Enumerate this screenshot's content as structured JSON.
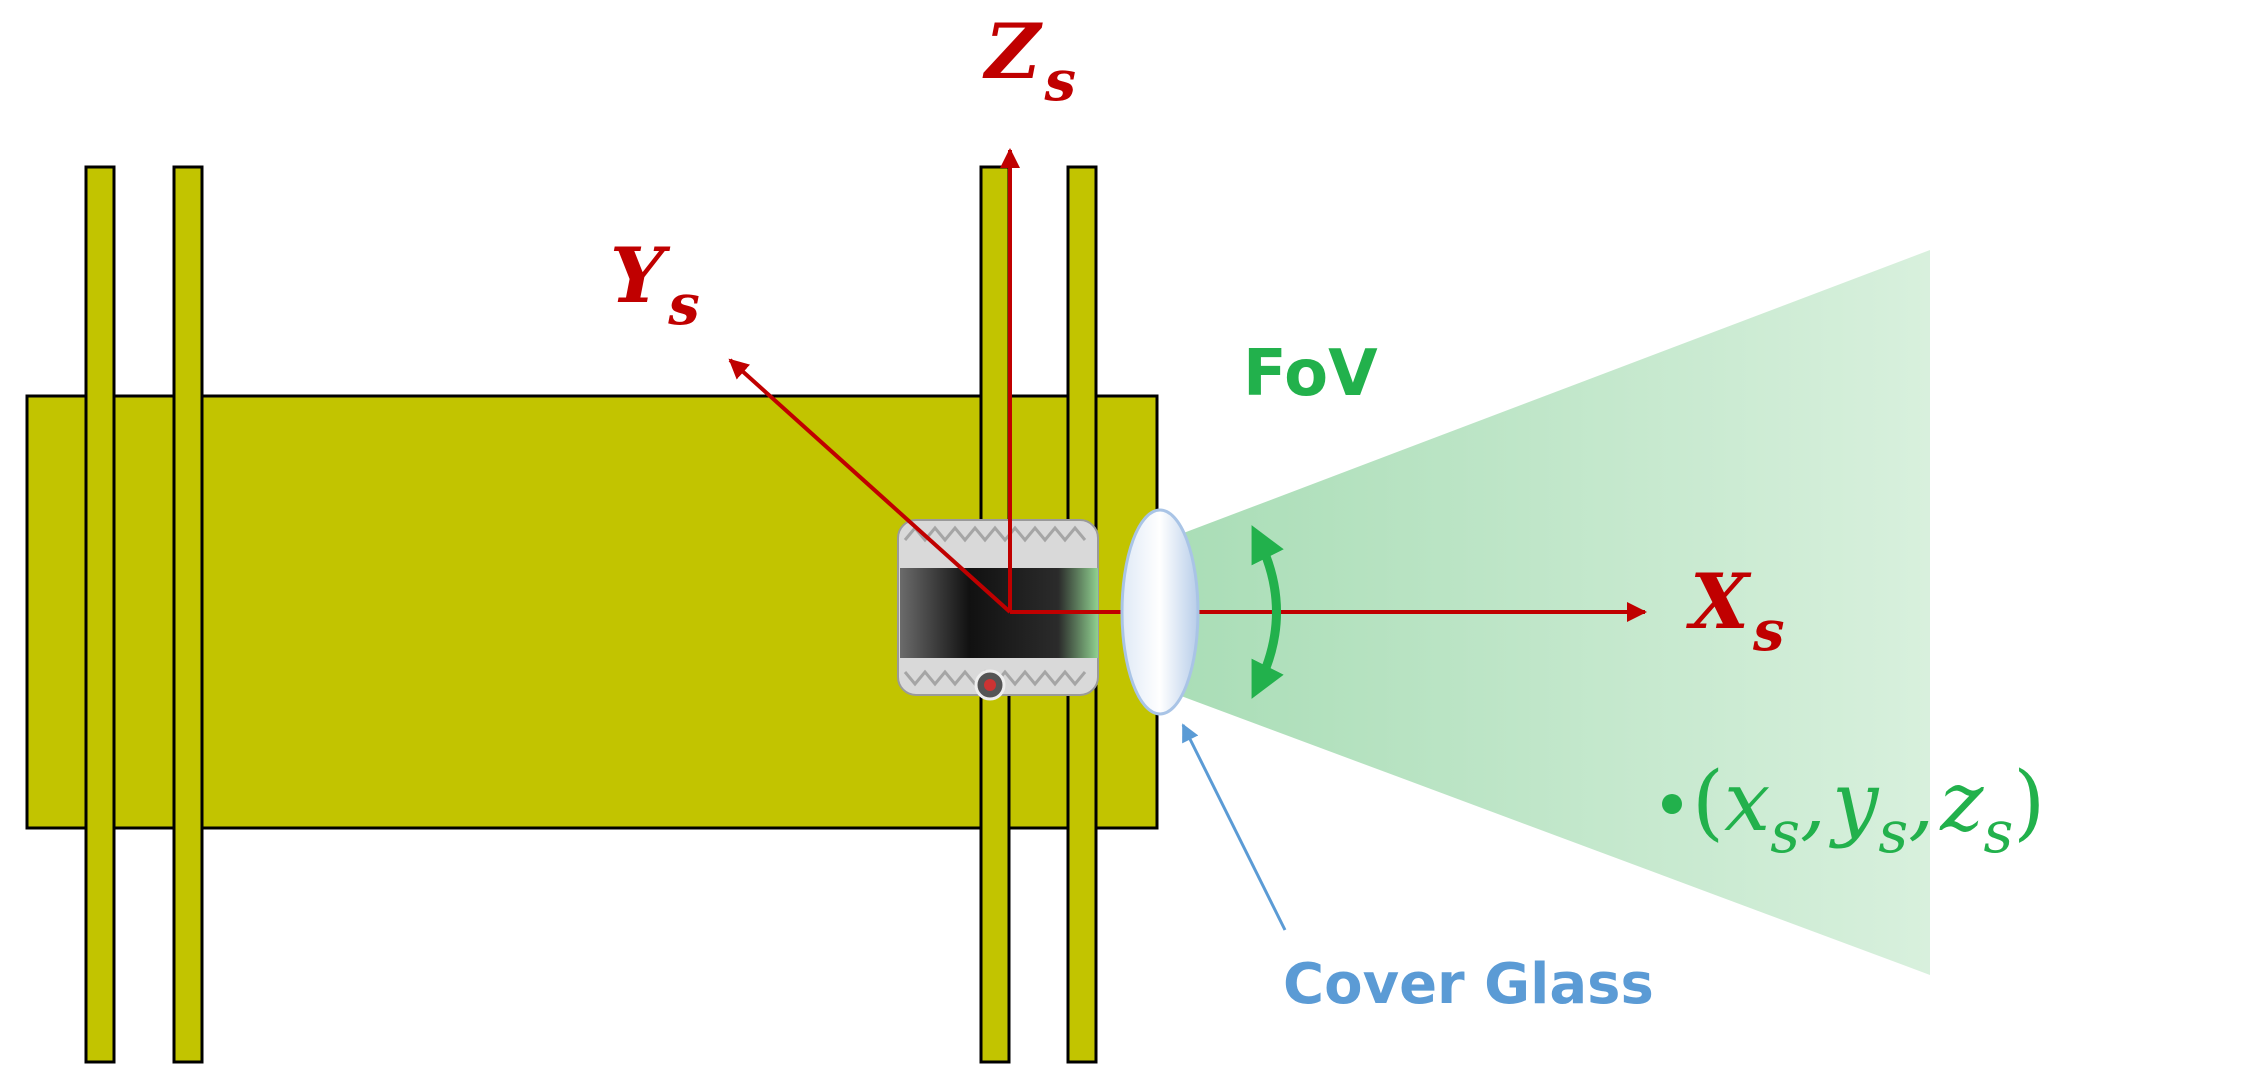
{
  "colors": {
    "frame": "#c2c400",
    "axis": "#c00000",
    "fov": "#22b14c",
    "fov_fill": "#bfe6c8",
    "cover_glass": "#5b9bd5",
    "sensor_body": "#d9d9d9",
    "sensor_window": "#1a1a1a"
  },
  "axes": {
    "z": {
      "letter": "Z",
      "subscript": "s"
    },
    "y": {
      "letter": "Y",
      "subscript": "s"
    },
    "x": {
      "letter": "X",
      "subscript": "s"
    }
  },
  "fov": {
    "label": "FoV",
    "icon": "double-arrow-arc-icon"
  },
  "cover_glass": {
    "label": "Cover Glass"
  },
  "point": {
    "open": "(",
    "x": "x",
    "x_sub": "s",
    "sep1": ",",
    "y": "y",
    "y_sub": "s",
    "sep2": ",",
    "z": "z",
    "z_sub": "s",
    "close": ")"
  }
}
